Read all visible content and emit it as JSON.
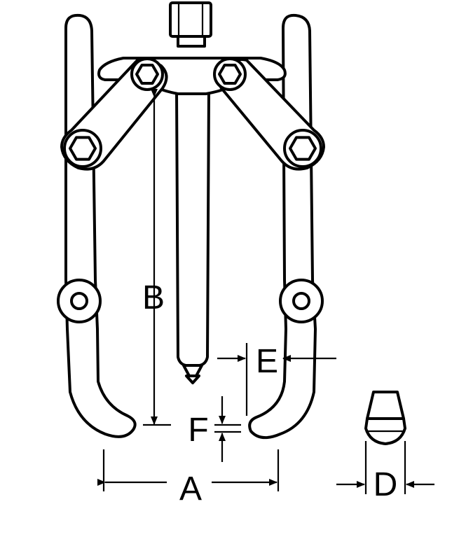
{
  "diagram": {
    "labels": {
      "a": "A",
      "b": "B",
      "d": "D",
      "e": "E",
      "f": "F"
    },
    "colors": {
      "line": "#000000",
      "background": "#ffffff"
    }
  }
}
